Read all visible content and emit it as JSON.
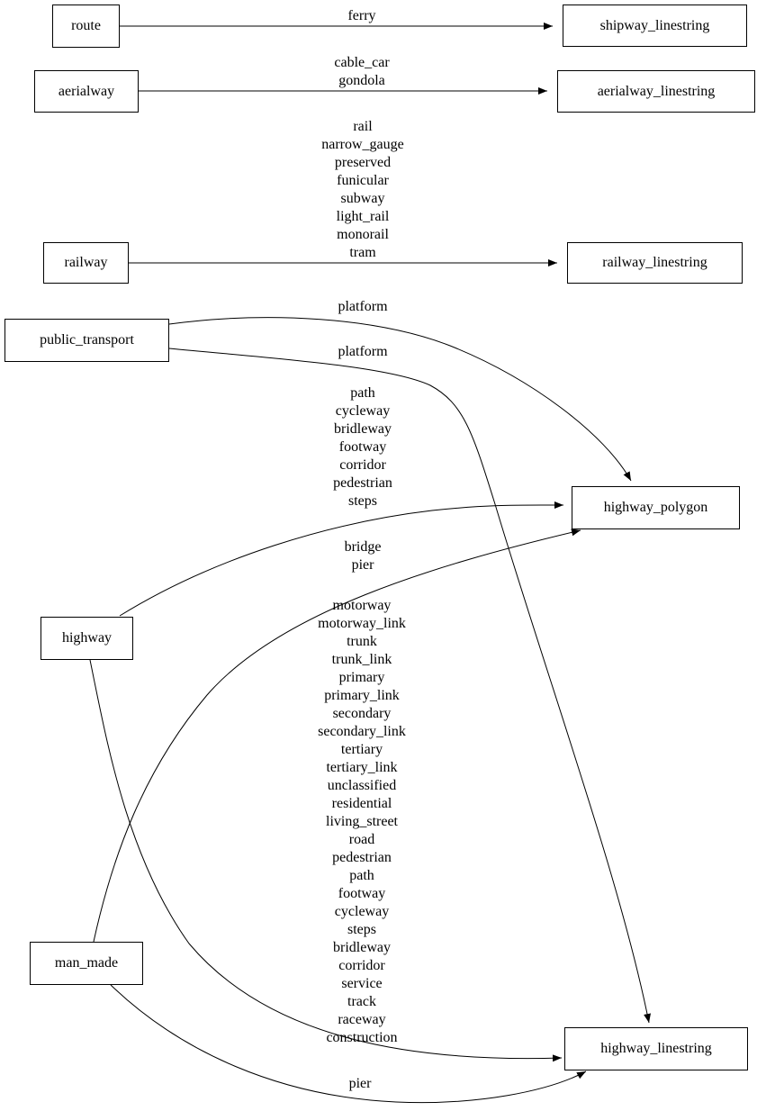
{
  "diagram": {
    "background": "#ffffff",
    "stroke_color": "#000000",
    "text_color": "#000000",
    "nodes": {
      "route": {
        "label": "route"
      },
      "aerialway": {
        "label": "aerialway"
      },
      "railway": {
        "label": "railway"
      },
      "public_transport": {
        "label": "public_transport"
      },
      "highway": {
        "label": "highway"
      },
      "man_made": {
        "label": "man_made"
      },
      "shipway_linestring": {
        "label": "shipway_linestring"
      },
      "aerialway_linestring": {
        "label": "aerialway_linestring"
      },
      "railway_linestring": {
        "label": "railway_linestring"
      },
      "highway_polygon": {
        "label": "highway_polygon"
      },
      "highway_linestring": {
        "label": "highway_linestring"
      }
    },
    "edges": {
      "route_to_shipway_linestring": {
        "from": "route",
        "to": "shipway_linestring",
        "label": "ferry"
      },
      "aerialway_to_aerialway_linestring": {
        "from": "aerialway",
        "to": "aerialway_linestring",
        "label": "cable_car\ngondola"
      },
      "railway_to_railway_linestring": {
        "from": "railway",
        "to": "railway_linestring",
        "label": "rail\nnarrow_gauge\npreserved\nfunicular\nsubway\nlight_rail\nmonorail\ntram"
      },
      "public_transport_to_highway_polygon": {
        "from": "public_transport",
        "to": "highway_polygon",
        "label": "platform"
      },
      "public_transport_to_highway_linestring": {
        "from": "public_transport",
        "to": "highway_linestring",
        "label": "platform"
      },
      "highway_to_highway_polygon": {
        "from": "highway",
        "to": "highway_polygon",
        "label": "path\ncycleway\nbridleway\nfootway\ncorridor\npedestrian\nsteps"
      },
      "man_made_to_highway_polygon": {
        "from": "man_made",
        "to": "highway_polygon",
        "label": "bridge\npier"
      },
      "highway_to_highway_linestring": {
        "from": "highway",
        "to": "highway_linestring",
        "label": "motorway\nmotorway_link\ntrunk\ntrunk_link\nprimary\nprimary_link\nsecondary\nsecondary_link\ntertiary\ntertiary_link\nunclassified\nresidential\nliving_street\nroad\npedestrian\npath\nfootway\ncycleway\nsteps\nbridleway\ncorridor\nservice\ntrack\nraceway\nconstruction"
      },
      "man_made_to_highway_linestring": {
        "from": "man_made",
        "to": "highway_linestring",
        "label": "pier"
      }
    }
  }
}
